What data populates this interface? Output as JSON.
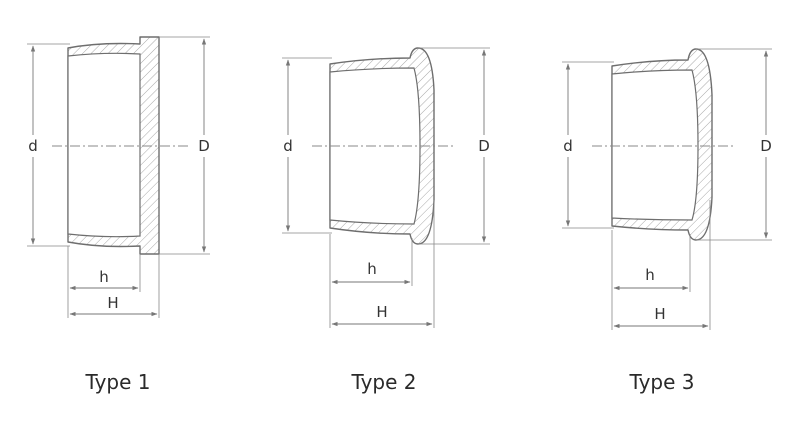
{
  "labels": {
    "inner_diameter": "d",
    "outer_diameter": "D",
    "inner_height": "h",
    "total_height": "H"
  },
  "types": [
    {
      "caption": "Type 1"
    },
    {
      "caption": "Type 2"
    },
    {
      "caption": "Type 3"
    }
  ],
  "colors": {
    "stroke": "#6e6e6e",
    "hatch": "#a8a8a8",
    "dimension": "#777777",
    "text": "#2a2a2a"
  }
}
